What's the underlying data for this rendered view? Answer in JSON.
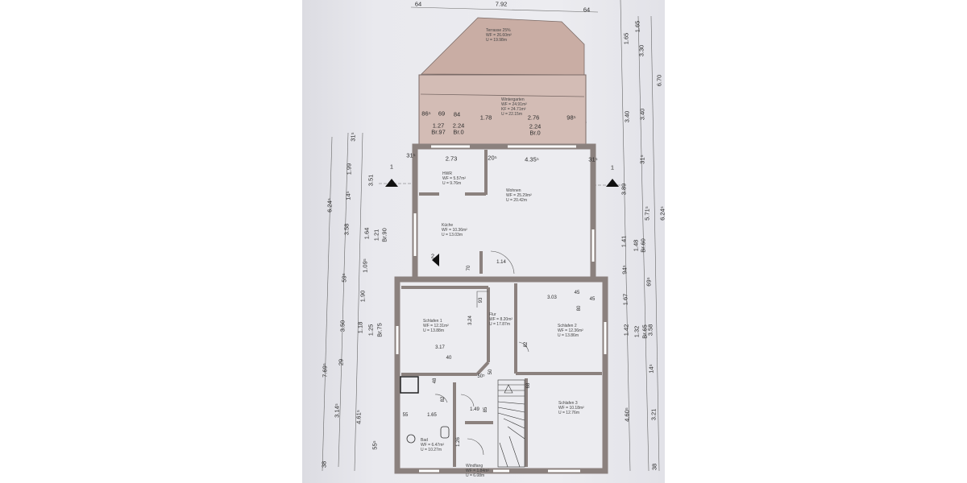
{
  "rooms": [
    {
      "name": "Terrasse 25%",
      "wf": "WF = 26.60m²",
      "u": "U = 19.98m"
    },
    {
      "name": "Wintergarten",
      "wf": "WF = 24.91m²",
      "kf": "KF = 24.71m²",
      "u": "U = 22.15m"
    },
    {
      "name": "HWR",
      "wf": "WF = 5.57m²",
      "u": "U = 9.76m"
    },
    {
      "name": "Wohnen",
      "wf": "WF = 25.29m²",
      "u": "U = 20.42m"
    },
    {
      "name": "Küche",
      "wf": "WF = 10.36m²",
      "u": "U = 13.03m"
    },
    {
      "name": "Schlafen 1",
      "wf": "WF = 12.31m²",
      "u": "U = 13.88m"
    },
    {
      "name": "Flur",
      "wf": "WF = 8.20m²",
      "u": "U = 17.87m"
    },
    {
      "name": "Schlafen 2",
      "wf": "WF = 12.36m²",
      "u": "U = 13.86m"
    },
    {
      "name": "Schlafen 3",
      "wf": "WF = 10.18m²",
      "u": "U = 12.76m"
    },
    {
      "name": "Bad",
      "wf": "WF = 6.47m²",
      "u": "U = 10.27m"
    },
    {
      "name": "Windfang",
      "wf": "WF = 1.84m²",
      "u": "U = 6.08m"
    }
  ],
  "section_markers": [
    "1",
    "1",
    "2"
  ],
  "dimensions": {
    "top": [
      "64",
      "7.92",
      "64"
    ],
    "wintergarten": [
      "86⁵",
      "69",
      "84",
      "1.78",
      "2.76",
      "98⁵",
      "1.27",
      "Br.97",
      "2.24",
      "Br.0",
      "2.24",
      "Br.0"
    ],
    "upper": [
      "31⁵",
      "2.73",
      "20⁵",
      "4.35⁵",
      "31⁵",
      "70",
      "1.14"
    ],
    "lower": [
      "93",
      "3.24",
      "3.17",
      "40",
      "50⁵",
      "50",
      "3.03",
      "45",
      "45",
      "80",
      "82",
      "48",
      "82",
      "68",
      "1.49",
      "85",
      "55",
      "1.65",
      "1.26"
    ],
    "left": [
      "6.24⁵",
      "7.69⁵",
      "38",
      "31⁵",
      "1.99",
      "14⁵",
      "3.58",
      "59⁵",
      "3.50",
      "29",
      "3.14⁵",
      "3.51",
      "1.64",
      "1.09⁵",
      "1.90",
      "1.18",
      "4.61⁵",
      "1.21",
      "Br.90",
      "1.25",
      "Br.75",
      "55⁵"
    ],
    "right": [
      "1.65",
      "3.40",
      "3.89",
      "1.41",
      "94⁵",
      "1.67",
      "1.42",
      "4.60⁵",
      "1.65",
      "1.48",
      "Br.60",
      "1.32",
      "Br.65",
      "3.30",
      "3.40",
      "31⁵",
      "5.71⁵",
      "69⁵",
      "3.58",
      "14⁵",
      "3.21",
      "38",
      "6.70",
      "6.24⁵"
    ]
  },
  "colors": {
    "wall": "#8b817e",
    "terrace": "#c7aba2",
    "paper": "#ececf0"
  }
}
